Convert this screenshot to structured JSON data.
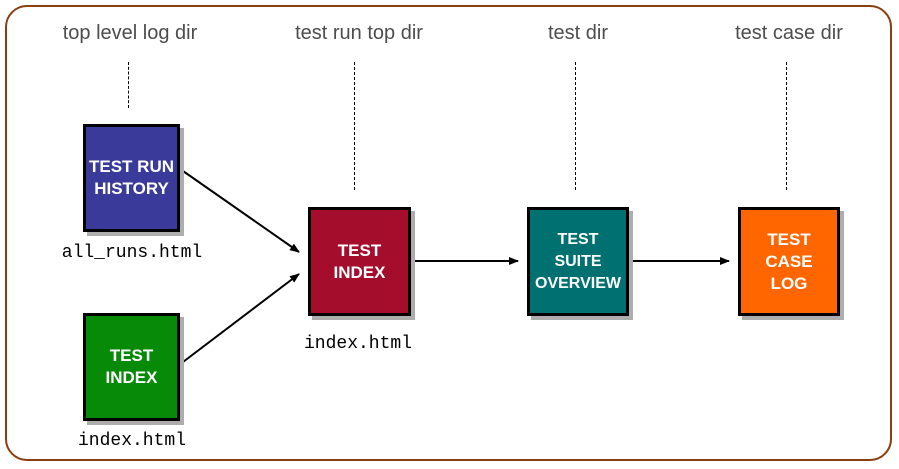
{
  "theme": {
    "colors": {
      "frame-border": "#8B3E10",
      "header-text": "#4D4D4D",
      "node-blue": "#3A3A9B",
      "node-green": "#078A07",
      "node-crimson": "#A50D2D",
      "node-teal": "#007070",
      "node-orange": "#FF6600",
      "node-shadow": "#ADADAD",
      "arrow": "#000000"
    }
  },
  "columns": [
    {
      "label": "top level log dir"
    },
    {
      "label": "test run top dir"
    },
    {
      "label": "test dir"
    },
    {
      "label": "test case dir"
    }
  ],
  "nodes": [
    {
      "name": "test-run-history",
      "lines": [
        "TEST RUN",
        "HISTORY"
      ],
      "file": "all_runs.html"
    },
    {
      "name": "test-index-top-level",
      "lines": [
        "TEST",
        "INDEX"
      ],
      "file": "index.html"
    },
    {
      "name": "test-index-run",
      "lines": [
        "TEST",
        "INDEX"
      ],
      "file": "index.html"
    },
    {
      "name": "test-suite-overview",
      "lines": [
        "TEST",
        "SUITE",
        "OVERVIEW"
      ]
    },
    {
      "name": "test-case-log",
      "lines": [
        "TEST",
        "CASE",
        "LOG"
      ]
    }
  ]
}
